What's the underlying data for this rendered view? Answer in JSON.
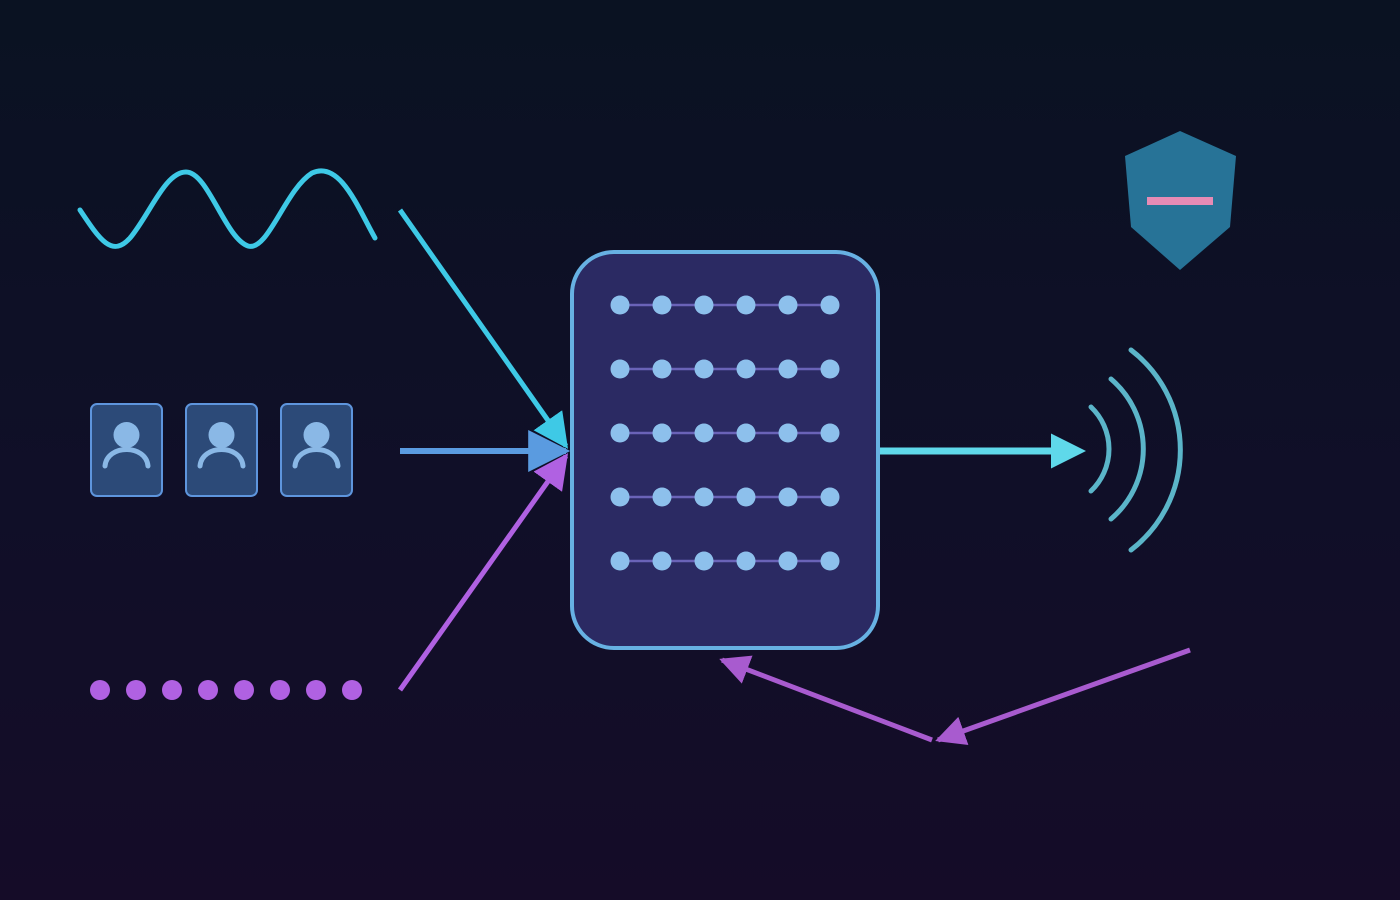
{
  "diagram": {
    "colors": {
      "cyan": "#3ec9e6",
      "blue": "#5a9be0",
      "purple": "#b061e2",
      "arcs": "#5bb5c9",
      "core_fill": "#2b2a63",
      "core_stroke": "#67b1e3",
      "node_fill": "#8dc0ec",
      "node_link": "#6a63b8",
      "shield_fill": "#277397",
      "shield_mark": "#e68bb5",
      "card_fill": "#2c4a78",
      "card_stroke": "#5e95dd",
      "avatar": "#8ab8e6"
    },
    "nodes": [
      {
        "id": "waveform-source",
        "kind": "sine-wave",
        "color": "cyan"
      },
      {
        "id": "profile-cards-source",
        "kind": "user-cards",
        "count": 3,
        "color": "blue"
      },
      {
        "id": "dot-sequence-source",
        "kind": "dot-row",
        "count": 8,
        "color": "purple"
      },
      {
        "id": "central-processor",
        "kind": "node-grid",
        "rows": 5,
        "cols": 6
      },
      {
        "id": "broadcast-output",
        "kind": "signal-arcs",
        "count": 3,
        "color": "arcs"
      },
      {
        "id": "security-shield",
        "kind": "shield-icon",
        "color": "shield_fill"
      }
    ],
    "edges": [
      {
        "from": "waveform-source",
        "to": "central-processor",
        "color": "cyan"
      },
      {
        "from": "profile-cards-source",
        "to": "central-processor",
        "color": "blue"
      },
      {
        "from": "dot-sequence-source",
        "to": "central-processor",
        "color": "purple"
      },
      {
        "from": "central-processor",
        "to": "broadcast-output",
        "color": "cyan"
      },
      {
        "from": "feedback-loop",
        "to": "central-processor",
        "color": "purple",
        "style": "feedback"
      }
    ]
  }
}
